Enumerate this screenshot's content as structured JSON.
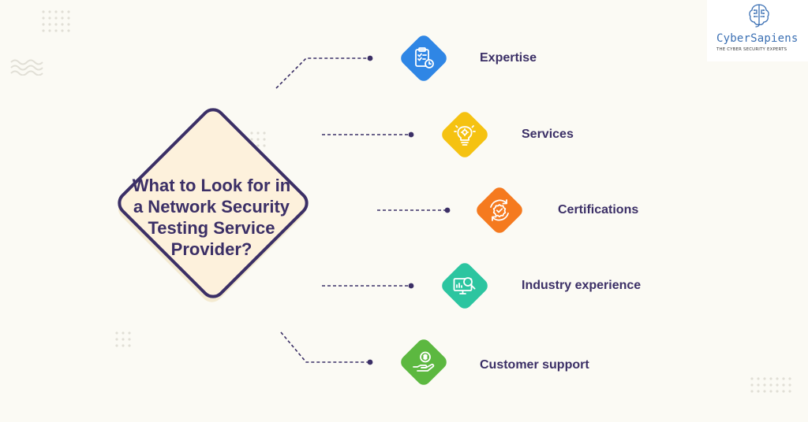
{
  "title": "What to Look for in\na Network Security\nTesting Service\nProvider?",
  "items": [
    {
      "label": "Expertise",
      "icon": "clipboard-clock-icon",
      "color": "#2f86e5"
    },
    {
      "label": "Services",
      "icon": "lightbulb-gear-icon",
      "color": "#f5c211"
    },
    {
      "label": "Certifications",
      "icon": "badge-check-icon",
      "color": "#f57a1f"
    },
    {
      "label": "Industry experience",
      "icon": "monitor-magnifier-icon",
      "color": "#2cc5a0"
    },
    {
      "label": "Customer support",
      "icon": "hand-coin-icon",
      "color": "#5cb840"
    }
  ],
  "logo": {
    "wordmark": "CyberSapiens",
    "tagline": "THE CYBER SECURITY EXPERTS",
    "icon": "brain-circuit-icon"
  },
  "colors": {
    "background": "#fbfaf4",
    "diamond_fill": "#fdf1dc",
    "diamond_stroke": "#3b2f66",
    "text": "#3b2f66",
    "accent": "#3a6fb3"
  }
}
